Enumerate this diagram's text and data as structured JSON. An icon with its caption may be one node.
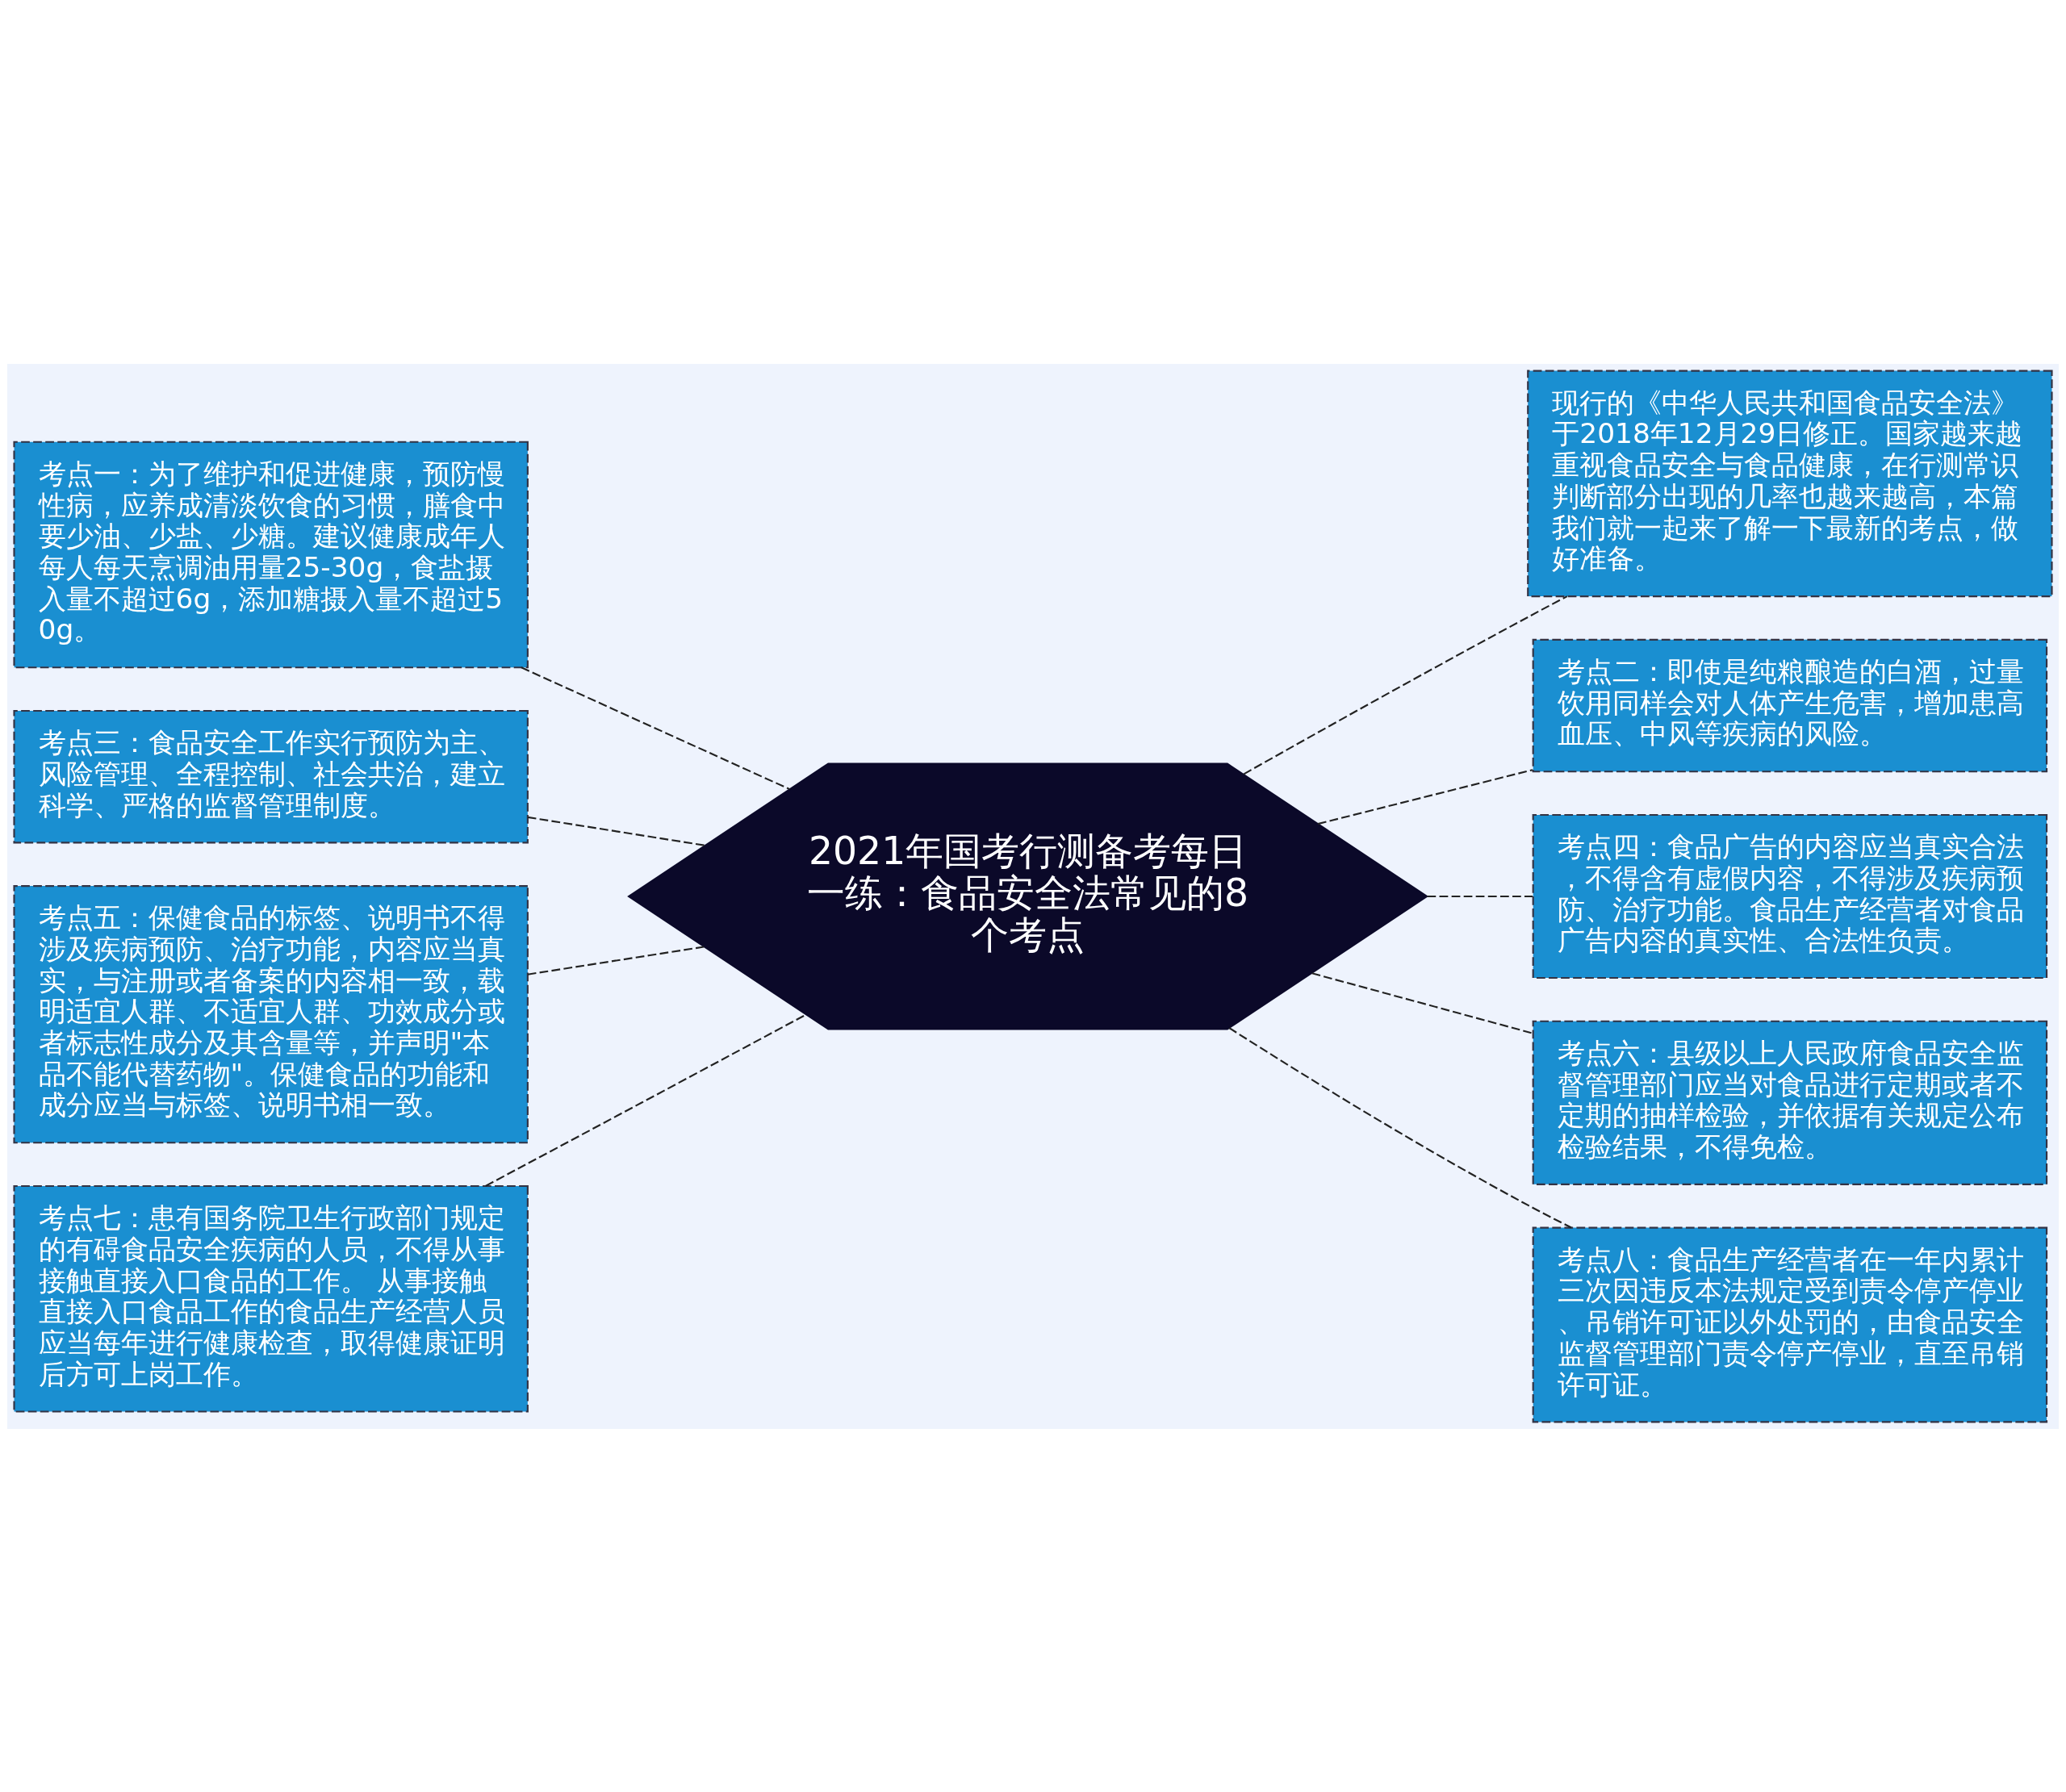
{
  "diagram": {
    "nodes": [
      {
        "text": [
          "2021年国考行测备考每日一练：食品安全法常见的8个考点"
        ]
      },
      {
        "text": [
          "考点一：为了维护和促进健康，预防慢性病，应养成清淡饮食的习惯，膳食中要少油、少盐、少糖。建议健康成年人每人每天烹调油用量25-30g，食盐摄入量不超过6g，添加糖摄入量不超过50g。"
        ]
      },
      {
        "text": [
          "考点三：食品安全工作实行预防为主、风险管理、全程控制、社会共治，建立科学、严格的监督管理制度。"
        ]
      },
      {
        "text": [
          "考点五：保健食品的标签、说明书不得涉及疾病预防、治疗功能，内容应当真实，与注册或者备案的内容相一致，载明适宜人群、不适宜人群、功效成分或者标志性成分及其含量等，并声明\"本品不能代替药物\"。保健食品的功能和成分应当与标签、说明书相一致。"
        ]
      },
      {
        "text": [
          "考点七：患有国务院卫生行政部门规定的有碍食品安全疾病的人员，不得从事接触直接入口食品的工作。 从事接触直接入口食品工作的食品生产经营人员应当每年进行健康检查，取得健康证明后方可上岗工作。"
        ]
      },
      {
        "text": [
          "现行的《中华人民共和国食品安全法》于2018年12月29日修正。国家越来越重视食品安全与食品健康，在行测常识判断部分出现的几率也越来越高，本篇我们就一起来了解一下最新的考点，做好准备。"
        ]
      },
      {
        "text": [
          "考点二：即使是纯粮酿造的白酒，过量饮用同样会对人体产生危害，增加患高血压、中风等疾病的风险。"
        ]
      },
      {
        "text": [
          "考点四：食品广告的内容应当真实合法，不得含有虚假内容，不得涉及疾病预防、治疗功能。食品生产经营者对食品广告内容的真实性、合法性负责。"
        ]
      },
      {
        "text": [
          "考点六：县级以上人民政府食品安全监督管理部门应当对食品进行定期或者不定期的抽样检验，并依据有关规定公布检验结果，不得免检。"
        ]
      },
      {
        "text": [
          "考点八：食品生产经营者在一年内累计三次因违反本法规定受到责令停产停业、吊销许可证以外处罚的，由食品安全监督管理部门责令停产停业，直至吊销许可证。"
        ]
      }
    ],
    "edges": [
      {
        "from": 1,
        "to": 0,
        "arrow": "none",
        "style": "dashed"
      },
      {
        "from": 2,
        "to": 0,
        "arrow": "none",
        "style": "dashed"
      },
      {
        "from": 3,
        "to": 0,
        "arrow": "none",
        "style": "dashed"
      },
      {
        "from": 4,
        "to": 0,
        "arrow": "none",
        "style": "dashed"
      },
      {
        "from": 0,
        "to": 5,
        "arrow": "none",
        "style": "dashed"
      },
      {
        "from": 0,
        "to": 6,
        "arrow": "none",
        "style": "dashed"
      },
      {
        "from": 0,
        "to": 7,
        "arrow": "none",
        "style": "dashed"
      },
      {
        "from": 0,
        "to": 8,
        "arrow": "none",
        "style": "dashed"
      },
      {
        "from": 0,
        "to": 9,
        "arrow": "none",
        "style": "dashed"
      }
    ]
  }
}
